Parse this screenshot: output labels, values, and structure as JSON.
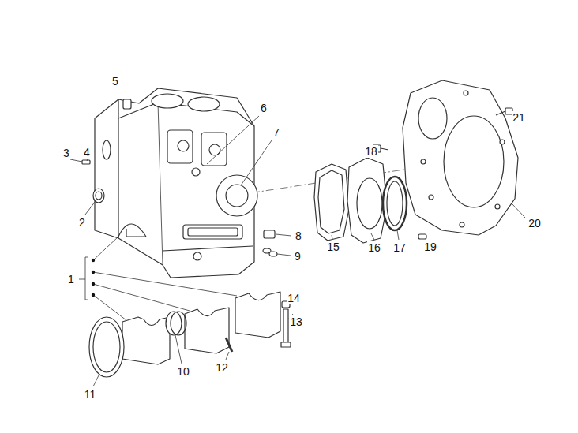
{
  "diagram": {
    "labels": [
      "5",
      "6",
      "7",
      "21",
      "3",
      "4",
      "18",
      "2",
      "20",
      "8",
      "15",
      "16",
      "17",
      "19",
      "9",
      "1",
      "14",
      "13",
      "12",
      "10",
      "11"
    ]
  }
}
